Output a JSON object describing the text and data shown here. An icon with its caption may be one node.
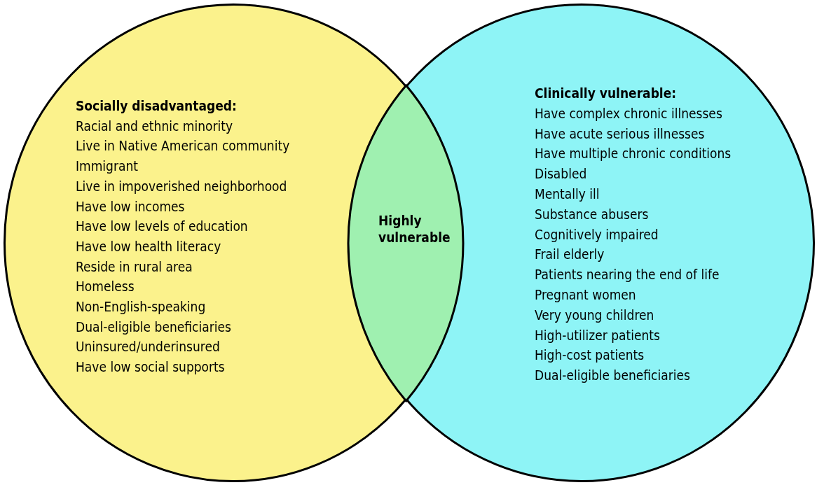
{
  "diagram": {
    "nodes": [
      {
        "text": [
          "Socially disadvantaged:",
          "Racial and ethnic minority",
          "Live in Native American community",
          "Immigrant",
          "Live in impoverished neighborhood",
          "Have low incomes",
          "Have low levels of education",
          "Have low health literacy",
          "Reside in rural area",
          "Homeless",
          "Non-English-speaking",
          "Dual-eligible beneficiaries",
          "Uninsured/underinsured",
          "Have low social supports"
        ]
      },
      {
        "text": [
          "Highly vulnerable"
        ]
      },
      {
        "text": [
          "Clinically vulnerable:",
          "Have complex chronic illnesses",
          "Have acute serious illnesses",
          "Have multiple chronic conditions",
          "Disabled",
          "Mentally ill",
          "Substance abusers",
          "Cognitively impaired",
          "Frail elderly",
          "Patients nearing the end of life",
          "Pregnant women",
          "Very young children",
          "High-utilizer patients",
          "High-cost patients",
          "Dual-eligible beneficiaries"
        ]
      }
    ]
  }
}
